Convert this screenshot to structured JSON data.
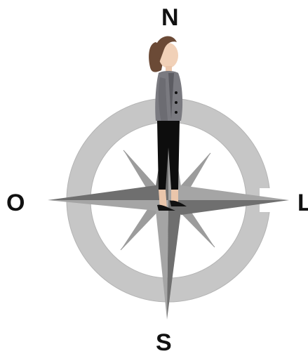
{
  "compass": {
    "north": "N",
    "west": "O",
    "east": "L",
    "south": "S"
  },
  "colors": {
    "ring": "#c8c8c8",
    "ring_edge": "#a0a0a0",
    "point_light": "#a9a9a9",
    "point_dark": "#6e6e6e",
    "minor_light": "#e0e0e0",
    "minor_dark": "#9a9a9a"
  },
  "figure": {
    "description_icon": "woman-standing-icon"
  }
}
